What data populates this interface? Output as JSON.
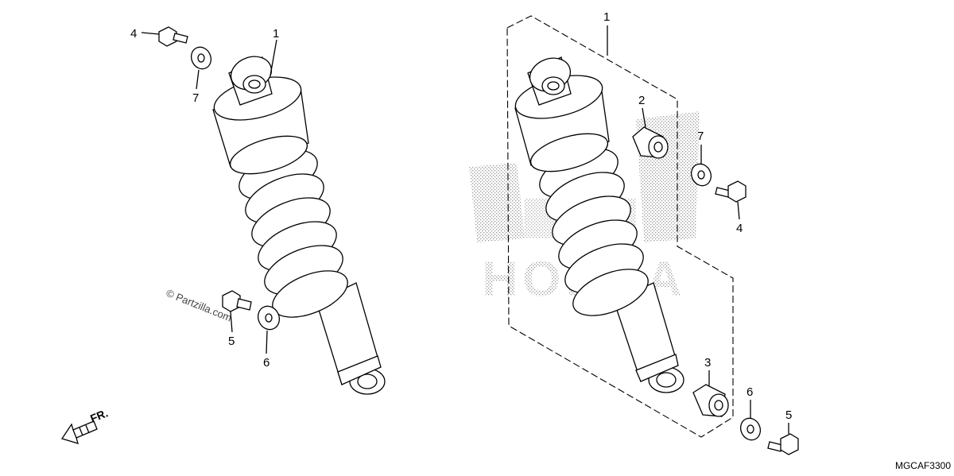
{
  "callouts": {
    "left_1": "1",
    "left_4": "4",
    "left_7": "7",
    "left_5": "5",
    "left_6": "6",
    "right_1": "1",
    "right_2": "2",
    "right_7": "7",
    "right_4": "4",
    "right_3": "3",
    "right_6": "6",
    "right_5": "5"
  },
  "front_indicator": "FR.",
  "watermark": "© Partzilla.com",
  "diagram_code": "MGCAF3300",
  "background_logo": "HONDA",
  "colors": {
    "line": "#000000",
    "background": "#ffffff",
    "dot_pattern": "#9a9a9a"
  }
}
